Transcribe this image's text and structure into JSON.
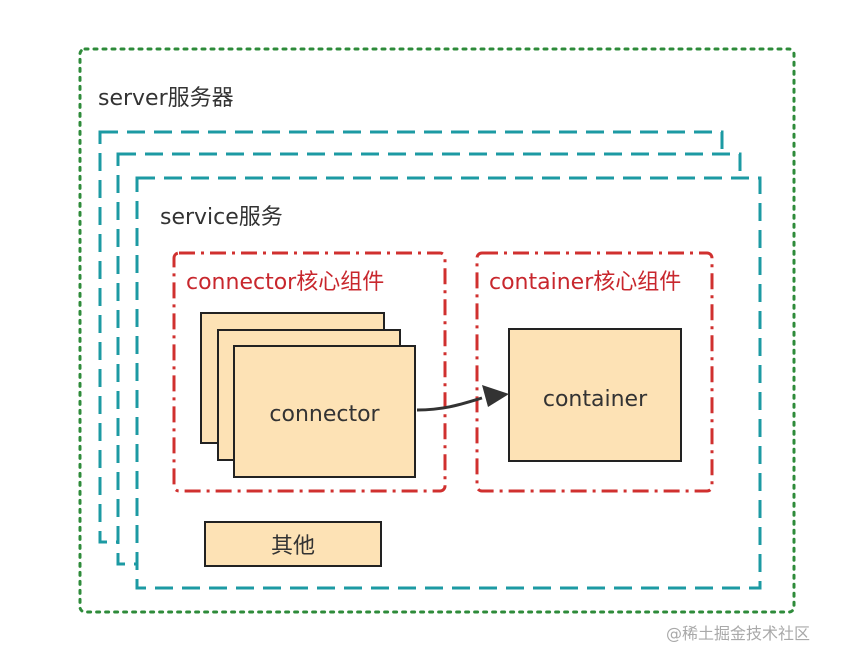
{
  "server": {
    "label": "server服务器"
  },
  "service": {
    "label": "service服务"
  },
  "connector_group": {
    "label": "connector核心组件",
    "box_label": "connector"
  },
  "container_group": {
    "label": "container核心组件",
    "box_label": "container"
  },
  "other": {
    "label": "其他"
  },
  "watermark": {
    "text": "@稀土掘金技术社区"
  },
  "colors": {
    "server_border": "#2e8b3a",
    "service_border": "#1c9aa3",
    "group_border": "#d0302f",
    "box_fill": "#fde2b5",
    "box_border": "#222222",
    "arrow": "#333333"
  }
}
